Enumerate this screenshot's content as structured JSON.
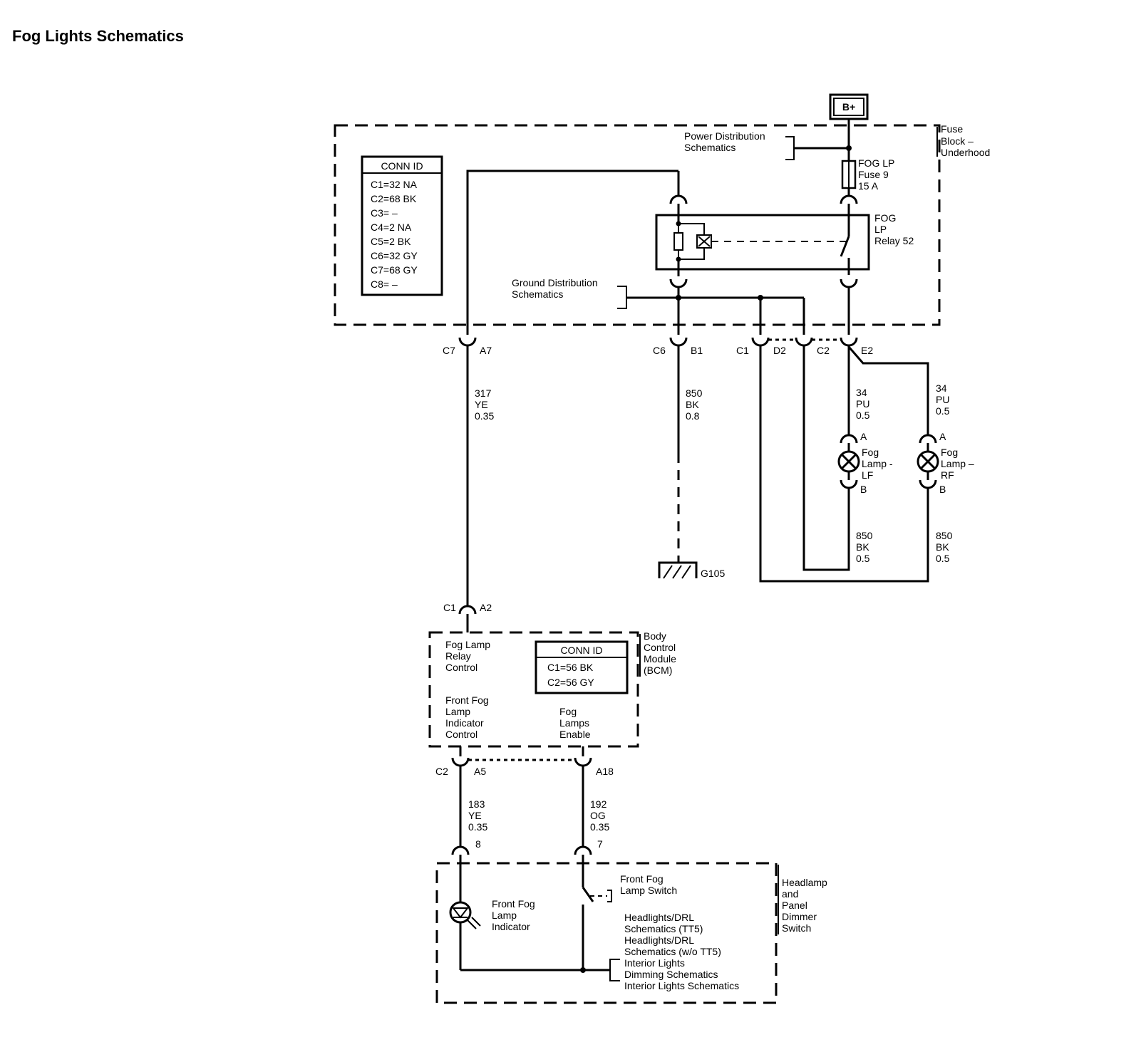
{
  "title": "Fog Lights Schematics",
  "power": {
    "label": "B+"
  },
  "fuse_block": {
    "label": [
      "Fuse",
      "Block –",
      "Underhood"
    ],
    "conn_id": {
      "header": "CONN ID",
      "rows": [
        "C1=32 NA",
        "C2=68 BK",
        "C3= –",
        "C4=2 NA",
        "C5=2 BK",
        "C6=32 GY",
        "C7=68 GY",
        "C8= –"
      ]
    },
    "power_dist": [
      "Power Distribution",
      "Schematics"
    ],
    "ground_dist": [
      "Ground Distribution",
      "Schematics"
    ],
    "fuse": [
      "FOG  LP",
      "Fuse 9",
      "15 A"
    ],
    "relay": [
      "FOG",
      "LP",
      "Relay 52"
    ]
  },
  "connectors": {
    "c7": "C7",
    "a7": "A7",
    "c6": "C6",
    "b1": "B1",
    "c1": "C1",
    "d2": "D2",
    "c2": "C2",
    "e2": "E2",
    "bcm_c1": "C1",
    "bcm_a2": "A2",
    "bcm_c2": "C2",
    "bcm_a5": "A5",
    "bcm_a18": "A18",
    "sw_8": "8",
    "sw_7": "7",
    "lf_a": "A",
    "lf_b": "B",
    "rf_a": "A",
    "rf_b": "B"
  },
  "wires": {
    "w317": [
      "317",
      "YE",
      "0.35"
    ],
    "w850_main": [
      "850",
      "BK",
      "0.8"
    ],
    "w34_lf": [
      "34",
      "PU",
      "0.5"
    ],
    "w34_rf": [
      "34",
      "PU",
      "0.5"
    ],
    "w850_lf": [
      "850",
      "BK",
      "0.5"
    ],
    "w850_rf": [
      "850",
      "BK",
      "0.5"
    ],
    "w183": [
      "183",
      "YE",
      "0.35"
    ],
    "w192": [
      "192",
      "OG",
      "0.35"
    ]
  },
  "ground": {
    "label": "G105"
  },
  "fog_lamp_lf": [
    "Fog",
    "Lamp -",
    "LF"
  ],
  "fog_lamp_rf": [
    "Fog",
    "Lamp –",
    "RF"
  ],
  "bcm": {
    "label": [
      "Body",
      "Control",
      "Module",
      "(BCM)"
    ],
    "relay_control": [
      "Fog Lamp",
      "Relay",
      "Control"
    ],
    "indicator_control": [
      "Front Fog",
      "Lamp",
      "Indicator",
      "Control"
    ],
    "enable": [
      "Fog",
      "Lamps",
      "Enable"
    ],
    "conn_id": {
      "header": "CONN ID",
      "rows": [
        "C1=56 BK",
        "C2=56 GY"
      ]
    }
  },
  "switch": {
    "label": [
      "Headlamp",
      "and",
      "Panel",
      "Dimmer",
      "Switch"
    ],
    "fog_switch": [
      "Front Fog",
      "Lamp Switch"
    ],
    "indicator": [
      "Front Fog",
      "Lamp",
      "Indicator"
    ],
    "refs": [
      "Headlights/DRL",
      "Schematics (TT5)",
      "Headlights/DRL",
      "Schematics (w/o TT5)",
      "Interior Lights",
      "Dimming Schematics",
      "Interior Lights Schematics"
    ]
  }
}
